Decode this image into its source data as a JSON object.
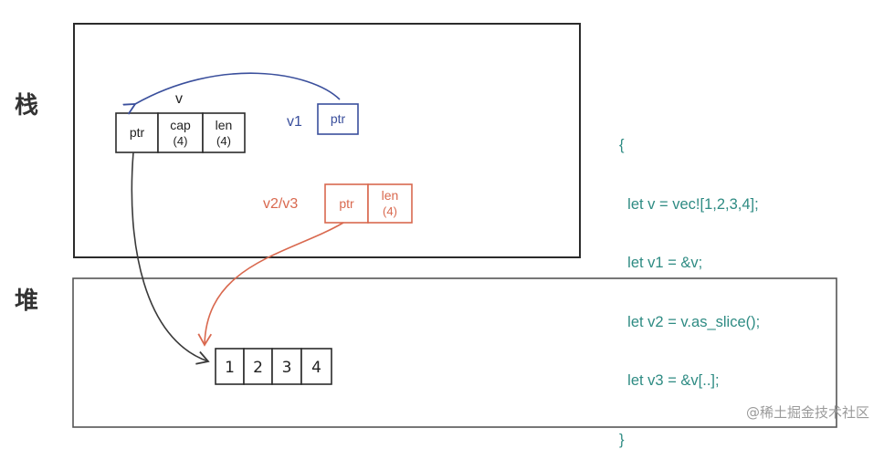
{
  "labels": {
    "stack": "栈",
    "heap": "堆"
  },
  "vec_struct": {
    "name": "v",
    "cells": [
      {
        "label": "ptr",
        "sub": ""
      },
      {
        "label": "cap",
        "sub": "(4)"
      },
      {
        "label": "len",
        "sub": "(4)"
      }
    ]
  },
  "ref_v1": {
    "name": "v1",
    "cell": "ptr"
  },
  "slice_v2v3": {
    "name": "v2/v3",
    "cells": [
      {
        "label": "ptr",
        "sub": ""
      },
      {
        "label": "len",
        "sub": "(4)"
      }
    ]
  },
  "heap": {
    "values": [
      "1",
      "2",
      "3",
      "4"
    ]
  },
  "code": {
    "lines": [
      "{",
      "  let v = vec![1,2,3,4];",
      "  let v1 = &v;",
      "  let v2 = v.as_slice();",
      "  let v3 = &v[..];",
      "}"
    ]
  },
  "watermark": "@稀土掘金技术社区",
  "colors": {
    "frame": "#2b2b2b",
    "v1": "#3a4f9c",
    "v2v3": "#d9694f",
    "heap_arrow": "#3a3a3a",
    "code": "#2e8b83"
  }
}
